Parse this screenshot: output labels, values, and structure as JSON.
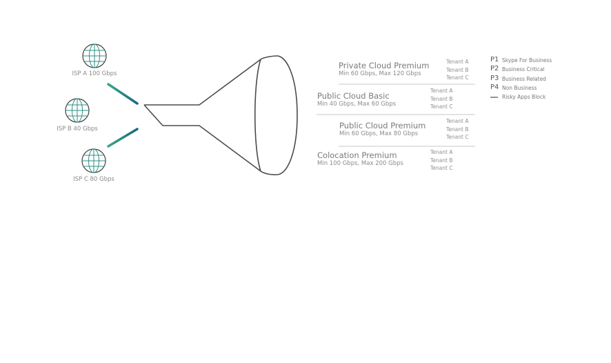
{
  "isps": [
    {
      "label": "ISP A 100 Gbps"
    },
    {
      "label": "ISP B 40 Gbps"
    },
    {
      "label": "ISP C 80 Gbps"
    }
  ],
  "services": [
    {
      "title": "Private Cloud Premium",
      "subtitle": "Min 60 Gbps, Max 120 Gbps",
      "tenants": [
        "Tenant A",
        "Tenant B",
        "Tenant C"
      ]
    },
    {
      "title": "Public Cloud Basic",
      "subtitle": "Min 40 Gbps, Max 60 Gbps",
      "tenants": [
        "Tenant A",
        "Tenant B",
        "Tenant C"
      ]
    },
    {
      "title": "Public Cloud Premium",
      "subtitle": "Min 60 Gbps, Max 80 Gbps",
      "tenants": [
        "Tenant A",
        "Tenant B",
        "Tenant C"
      ]
    },
    {
      "title": "Colocation Premium",
      "subtitle": "Min 100 Gbps, Max 200 Gbps",
      "tenants": [
        "Tenant A",
        "Tenant B",
        "Tenant C"
      ]
    }
  ],
  "legend": [
    {
      "code": "P1",
      "text": "Skype For Business"
    },
    {
      "code": "P2",
      "text": "Business Critical"
    },
    {
      "code": "P3",
      "text": "Business Related"
    },
    {
      "code": "P4",
      "text": "Non Business"
    },
    {
      "code": "",
      "text": "Risky Apps Block"
    }
  ],
  "colors": {
    "teal_start": "#3aa58a",
    "teal_end": "#176a7e",
    "stroke": "#4a4a4a",
    "divider": "#dcdcdc"
  }
}
